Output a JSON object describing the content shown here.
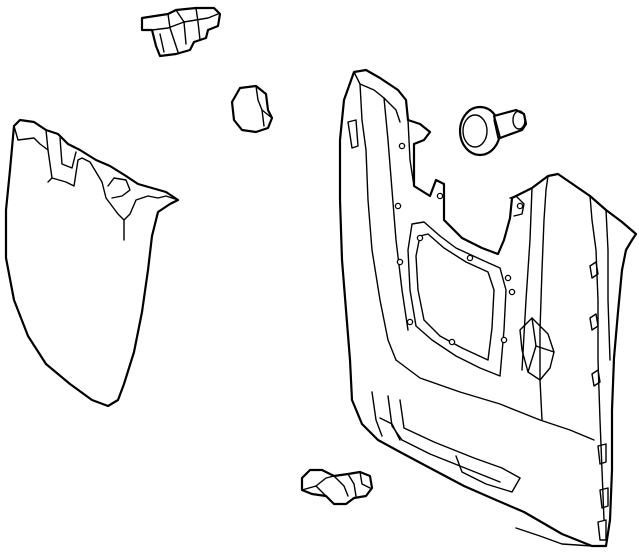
{
  "diagram": {
    "parts": [
      {
        "id": "upper-clip",
        "icon": "retainer-clip-icon"
      },
      {
        "id": "small-cap",
        "icon": "trim-cap-icon"
      },
      {
        "id": "push-pin",
        "icon": "push-pin-fastener-icon"
      },
      {
        "id": "left-panel",
        "icon": "trim-panel-icon"
      },
      {
        "id": "main-panel",
        "icon": "quarter-trim-panel-icon"
      },
      {
        "id": "lower-clip",
        "icon": "spring-clip-icon"
      }
    ],
    "colors": {
      "line": "#000000",
      "background": "#ffffff"
    }
  }
}
